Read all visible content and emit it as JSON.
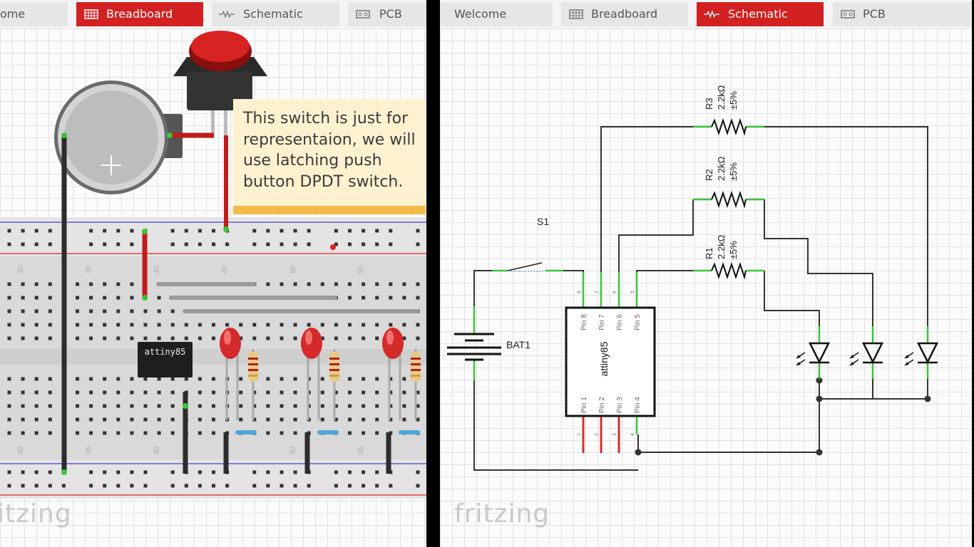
{
  "left_panel": {
    "tabs": [
      {
        "label": "ome",
        "icon": "none",
        "active": false
      },
      {
        "label": "Breadboard",
        "icon": "breadboard-icon",
        "active": true
      },
      {
        "label": "Schematic",
        "icon": "schematic-icon",
        "active": false
      },
      {
        "label": "PCB",
        "icon": "pcb-icon",
        "active": false
      }
    ],
    "callout_text": "This switch is just for representaion, we will use latching push button DPDT switch.",
    "chip_label": "attiny85",
    "column_numbers": [
      "30",
      "35",
      "40",
      "45",
      "50",
      "55"
    ],
    "watermark": "itzing"
  },
  "right_panel": {
    "tabs": [
      {
        "label": "Welcome",
        "icon": "none",
        "active": false
      },
      {
        "label": "Breadboard",
        "icon": "breadboard-icon",
        "active": false
      },
      {
        "label": "Schematic",
        "icon": "schematic-icon",
        "active": true
      },
      {
        "label": "PCB",
        "icon": "pcb-icon",
        "active": false
      }
    ],
    "schematic": {
      "chip_name": "attiny85",
      "top_pins": [
        "Pin 8",
        "Pin 7",
        "Pin 6",
        "Pin 5"
      ],
      "bottom_pins": [
        "Pin 1",
        "Pin 2",
        "Pin 3",
        "Pin 4"
      ],
      "top_pin_numbers": [
        "8",
        "7",
        "6",
        "5"
      ],
      "bottom_pin_numbers": [
        "1",
        "2",
        "3",
        "4"
      ],
      "switch_label": "S1",
      "battery_label": "BAT1",
      "resistors": [
        {
          "ref": "R3",
          "value": "2.2kΩ",
          "tolerance": "±5%"
        },
        {
          "ref": "R2",
          "value": "2.2kΩ",
          "tolerance": "±5%"
        },
        {
          "ref": "R1",
          "value": "2.2kΩ",
          "tolerance": "±5%"
        }
      ]
    },
    "watermark": "fritzing"
  },
  "colors": {
    "active_tab": "#d32020",
    "inactive_tab": "#e6e6e6",
    "wire_green": "#3cc43c",
    "pin_red": "#d03030",
    "callout_bg": "#fdf1d0",
    "callout_bar": "#f1bb4a"
  }
}
